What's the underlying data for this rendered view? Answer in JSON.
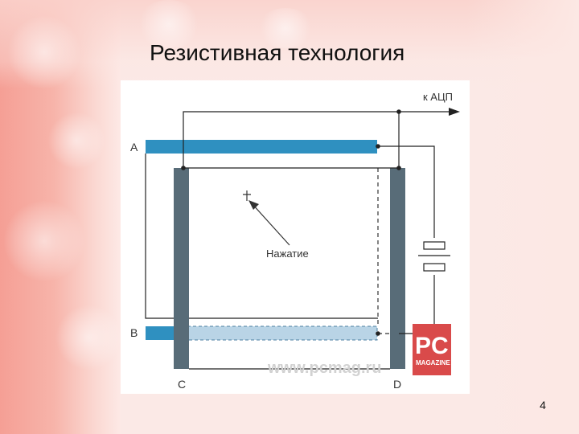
{
  "slide": {
    "title": "Резистивная технология",
    "page_number": "4"
  },
  "diagram": {
    "output_label": "к АЦП",
    "label_a": "A",
    "label_b": "B",
    "label_c": "C",
    "label_d": "D",
    "press_label": "Нажатие",
    "watermark_url": "www.pcmag.ru",
    "logo_letters": "PC",
    "logo_sub": "MAGAZINE",
    "colors": {
      "strip_a": "#2f90c0",
      "strip_b_light": "#b9d4e6",
      "electrode": "#586c78",
      "wire": "#222222"
    }
  }
}
